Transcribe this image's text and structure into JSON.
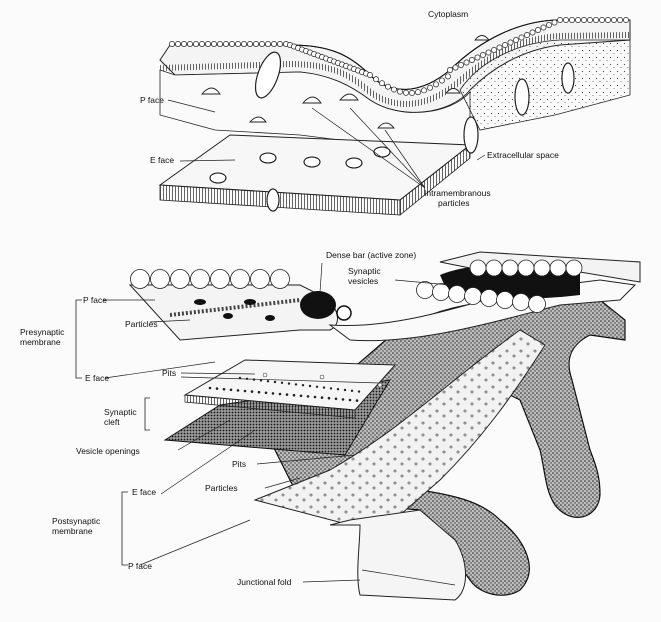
{
  "upper_diagram": {
    "labels": {
      "cytoplasm": "Cytoplasm",
      "p_face": "P face",
      "e_face": "E face",
      "extracellular_space": "Extracellular space",
      "intramembranous_particles_line1": "Intramembranous",
      "intramembranous_particles_line2": "particles"
    }
  },
  "lower_diagram": {
    "labels": {
      "dense_bar": "Dense bar (active zone)",
      "synaptic_vesicles_line1": "Synaptic",
      "synaptic_vesicles_line2": "vesicles",
      "p_face_pre": "P face",
      "particles_pre": "Particles",
      "presynaptic_line1": "Presynaptic",
      "presynaptic_line2": "membrane",
      "e_face_pre": "E face",
      "pits_pre": "Pits",
      "synaptic_cleft_line1": "Synaptic",
      "synaptic_cleft_line2": "cleft",
      "vesicle_openings": "Vesicle openings",
      "pits_post": "Pits",
      "e_face_post": "E face",
      "particles_post": "Particles",
      "postsynaptic_line1": "Postsynaptic",
      "postsynaptic_line2": "membrane",
      "p_face_post": "P face",
      "junctional_fold": "Junctional fold"
    }
  }
}
